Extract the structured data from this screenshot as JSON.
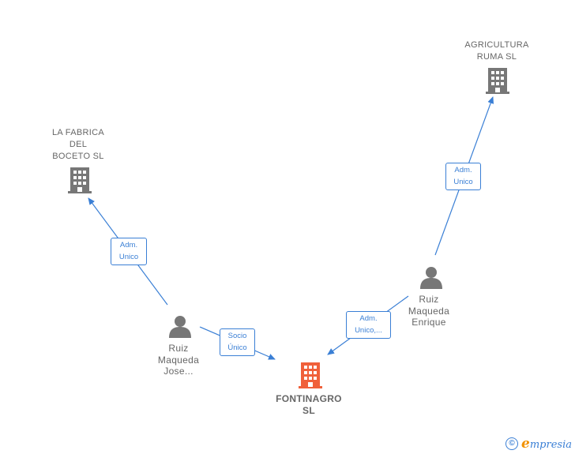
{
  "nodes": {
    "fabrica": {
      "label": "LA FABRICA\nDEL\nBOCETO SL",
      "type": "company"
    },
    "agricultura": {
      "label": "AGRICULTURA\nRUMA SL",
      "type": "company"
    },
    "fontinagro": {
      "label": "FONTINAGRO\nSL",
      "type": "company-main"
    },
    "jose": {
      "label": "Ruiz\nMaqueda\nJose...",
      "type": "person"
    },
    "enrique": {
      "label": "Ruiz\nMaqueda\nEnrique",
      "type": "person"
    }
  },
  "edges": {
    "jose_fabrica": {
      "label": "Adm.\nUnico"
    },
    "jose_fontinagro": {
      "label": "Socio\nÚnico"
    },
    "enrique_fontinagro": {
      "label": "Adm.\nUnico,..."
    },
    "enrique_agricultura": {
      "label": "Adm.\nUnico"
    }
  },
  "colors": {
    "edge": "#3a7fd5",
    "company": "#777777",
    "main_company": "#f0603a",
    "person": "#777777"
  },
  "footer": {
    "copyright_symbol": "©",
    "brand_initial": "e",
    "brand_rest": "mpresia"
  }
}
